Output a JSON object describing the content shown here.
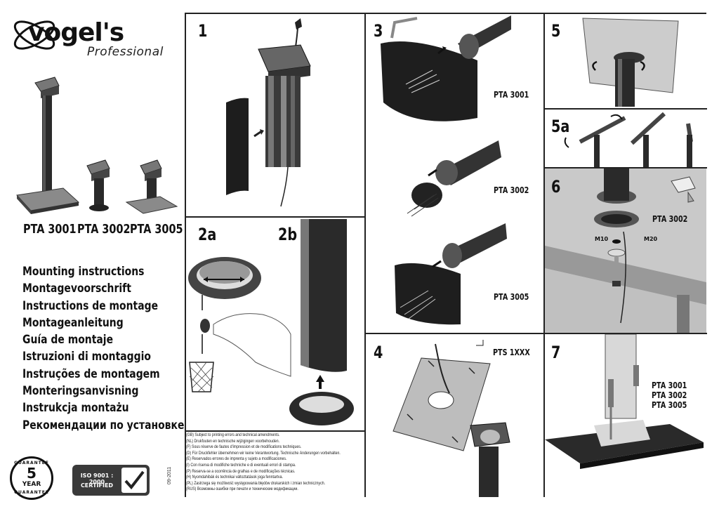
{
  "brand": {
    "name": "vogel's",
    "tagline": "Professional"
  },
  "models": [
    "PTA 3001",
    "PTA 3002",
    "PTA 3005"
  ],
  "instructions": [
    "Mounting instructions",
    "Montagevoorschrift",
    "Instructions de montage",
    "Montageanleitung",
    "Guía de montaje",
    "Istruzioni di montaggio",
    "Instruções de montagem",
    "Monteringsanvisning",
    "Instrukcja montażu",
    "Рекомендации по установке"
  ],
  "guarantee": {
    "top": "GUARANTEE",
    "bottom": "GUARANTEE",
    "years": "5",
    "unit": "YEAR"
  },
  "iso": {
    "line1": "ISO 9001 : 2000",
    "line2": "CERTIFIED"
  },
  "date_code": "09-2011",
  "disclaimer": [
    "(GB) Subject to printing errors and technical amendments.",
    "(NL) Drukfouten en technische wijzigingen voorbehouden.",
    "(F) Sous réserve de fautes d'impression et de modifications techniques.",
    "(D) Für Druckfehler übernehmen wir keine Verantwortung. Technische Änderungen vorbehalten.",
    "(E) Reservados errores de imprenta y sujeto a modificaciones.",
    "(I) Con riserva di modifiche techniche e di eventuali errori di stampa.",
    "(P) Reserva-se a ocorrência de gralhas e de modificações técnicas.",
    "(H) Nyomdahibák és technikai változtatások joga fenntartva.",
    "(PL) Zastrzega się możliwość występowania błędów drukarskich i zmian technicznych.",
    "(RUS) Возможны ошибки при печати и технические модификации."
  ],
  "steps": {
    "s1": "1",
    "s2a": "2a",
    "s2b": "2b",
    "s3": "3",
    "s4": "4",
    "s5": "5",
    "s5a": "5a",
    "s6": "6",
    "s7": "7"
  },
  "step3_labels": [
    "PTA 3001",
    "PTA 3002",
    "PTA 3005"
  ],
  "step4_label": "PTS 1XXX",
  "step6": {
    "model": "PTA 3002",
    "m10": "M10",
    "m20": "M20"
  },
  "step7_models": [
    "PTA 3001",
    "PTA 3002",
    "PTA 3005"
  ]
}
